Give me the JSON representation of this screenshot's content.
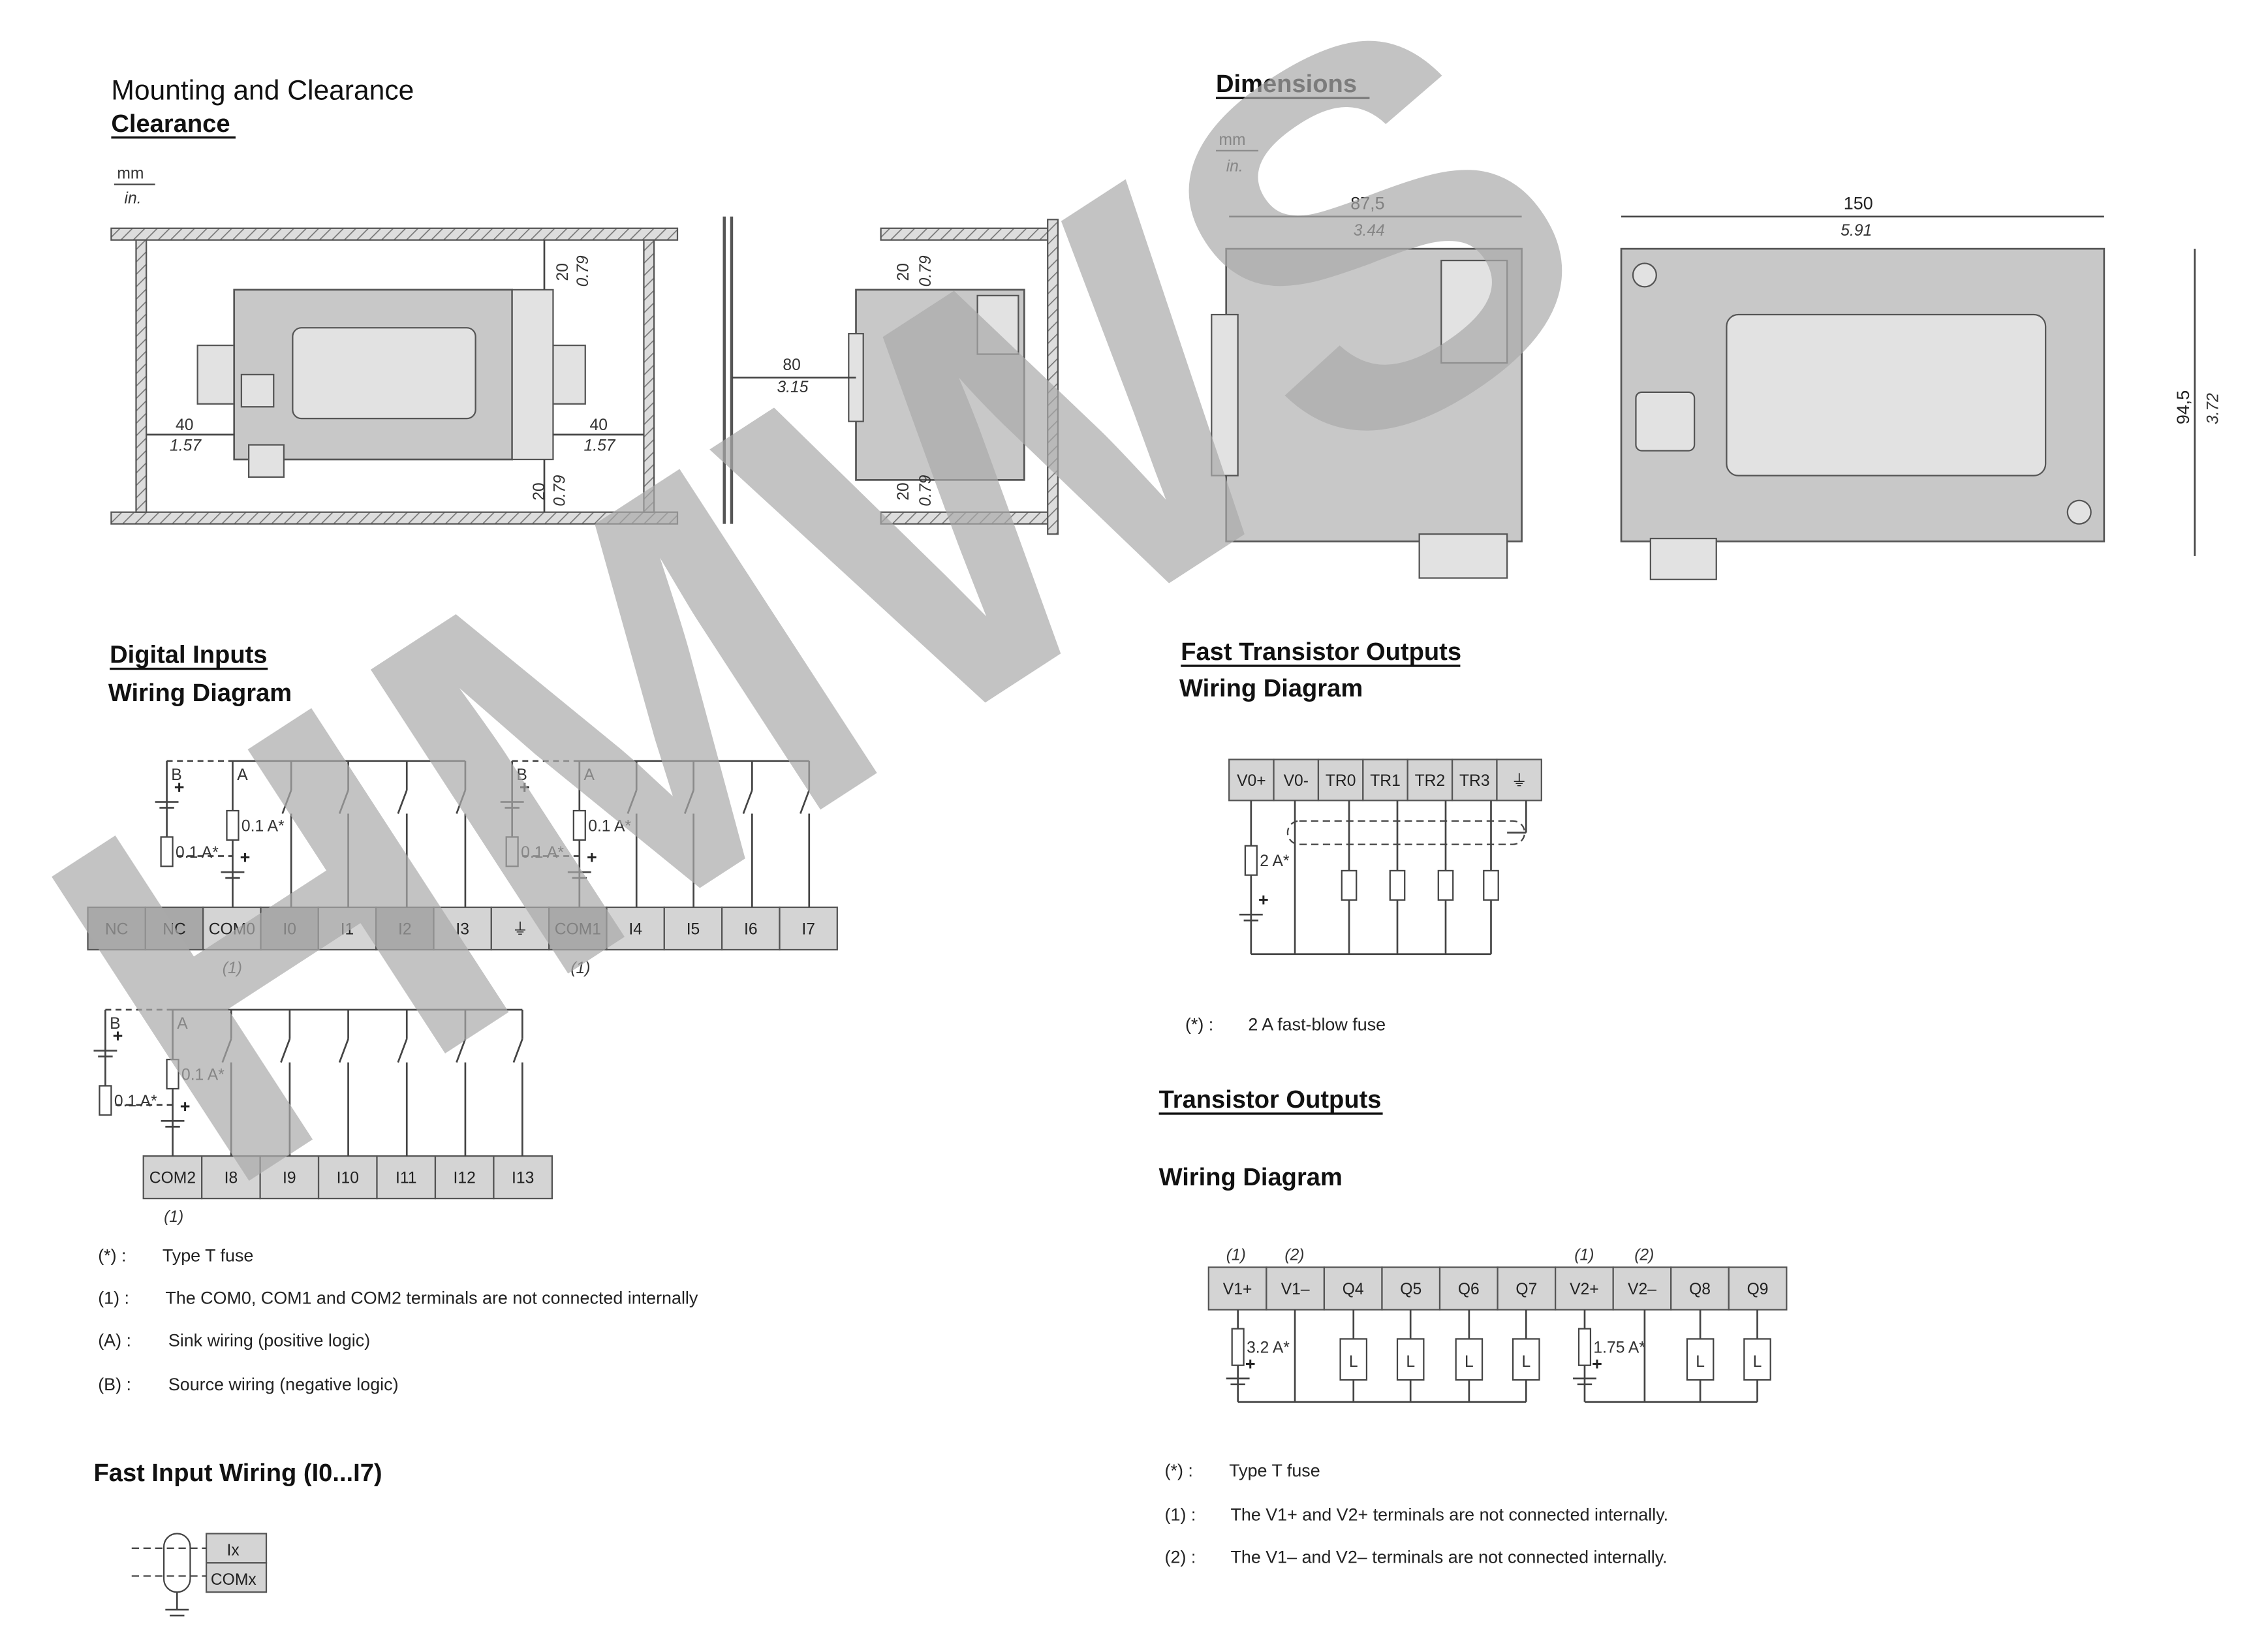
{
  "mounting": {
    "title": "Mounting and Clearance",
    "subtitle": "Clearance",
    "unit_mm": "mm",
    "unit_in": "in.",
    "dims": {
      "side_mm": "40",
      "side_in": "1.57",
      "top_mm": "20",
      "top_in": "0.79",
      "depth_mm": "80",
      "depth_in": "3.15"
    }
  },
  "dimensions": {
    "title": "Dimensions",
    "unit_mm": "mm",
    "unit_in": "in.",
    "depth_mm": "87,5",
    "depth_in": "3.44",
    "width_mm": "150",
    "width_in": "5.91",
    "height_mm": "94,5",
    "height_in": "3.72"
  },
  "digital_inputs": {
    "title": "Digital Inputs",
    "subtitle": "Wiring Diagram",
    "row1": [
      "NC",
      "NC",
      "COM0",
      "I0",
      "I1",
      "I2",
      "I3",
      "⏚",
      "COM1",
      "I4",
      "I5",
      "I6",
      "I7"
    ],
    "row2": [
      "COM2",
      "I8",
      "I9",
      "I10",
      "I11",
      "I12",
      "I13"
    ],
    "ref": "(1)",
    "label_a": "A",
    "label_b": "B",
    "fuse": "0.1 A*",
    "notes": [
      {
        "key": "(*) :",
        "text": "Type T fuse"
      },
      {
        "key": "(1) :",
        "text": "The COM0, COM1 and COM2 terminals are not connected internally"
      },
      {
        "key": "(A) :",
        "text": "Sink wiring (positive logic)"
      },
      {
        "key": "(B) :",
        "text": "Source wiring (negative logic)"
      }
    ]
  },
  "fast_input": {
    "title": "Fast Input Wiring (I0...I7)",
    "terminals": [
      "Ix",
      "COMx"
    ]
  },
  "fast_transistor": {
    "title": "Fast Transistor Outputs",
    "subtitle": "Wiring Diagram",
    "terminals": [
      "V0+",
      "V0-",
      "TR0",
      "TR1",
      "TR2",
      "TR3",
      "⏚"
    ],
    "fuse": "2 A*",
    "note": {
      "key": "(*) :",
      "text": "2 A fast-blow fuse"
    }
  },
  "transistor": {
    "title": "Transistor Outputs",
    "subtitle": "Wiring Diagram",
    "terminals": [
      "V1+",
      "V1–",
      "Q4",
      "Q5",
      "Q6",
      "Q7",
      "V2+",
      "V2–",
      "Q8",
      "Q9"
    ],
    "refs": [
      "(1)",
      "(2)",
      "(1)",
      "(2)"
    ],
    "fuse1": "3.2 A*",
    "fuse2": "1.75 A*",
    "load": "L",
    "notes": [
      {
        "key": "(*) :",
        "text": "Type T fuse"
      },
      {
        "key": "(1) :",
        "text": "The V1+ and V2+ terminals are not connected internally."
      },
      {
        "key": "(2) :",
        "text": "The V1– and V2– terminals are not connected internally."
      }
    ]
  },
  "watermark": "HMWS",
  "colors": {
    "terminal": "#d4d4d4",
    "terminal_dark": "#a8a8a8",
    "watermark": "#b0b0b0"
  }
}
